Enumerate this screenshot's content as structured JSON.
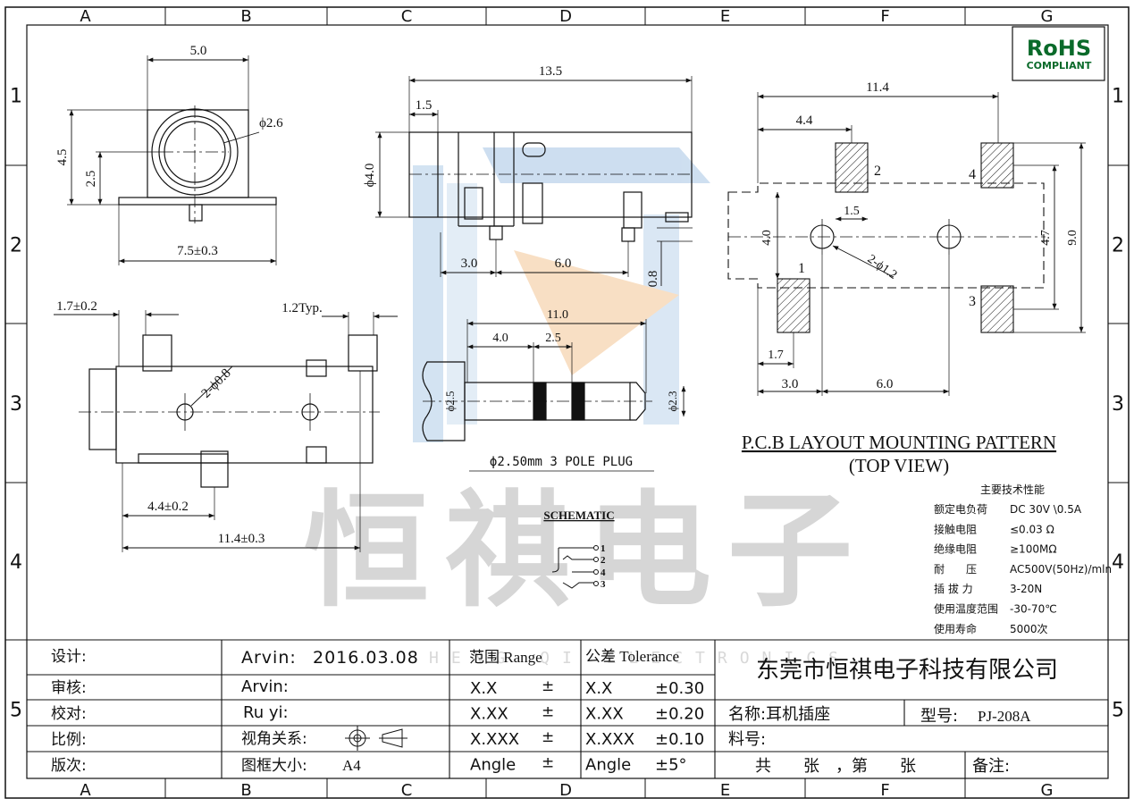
{
  "grid": {
    "columns": [
      "A",
      "B",
      "C",
      "D",
      "E",
      "F",
      "G"
    ],
    "rows": [
      "1",
      "2",
      "3",
      "4",
      "5"
    ]
  },
  "badge": {
    "title": "RoHS",
    "subtitle": "COMPLIANT",
    "color": "#0a6a2a"
  },
  "front_view": {
    "dims": {
      "width_top": "5.0",
      "height": "4.5",
      "center_height": "2.5",
      "hole": "ϕ2.6",
      "base_width": "7.5±0.3"
    }
  },
  "side_view": {
    "dims": {
      "length": "13.5",
      "front": "1.5",
      "diameter": "ϕ4.0",
      "pin1": "3.0",
      "pin2": "6.0",
      "pin_height": "0.8"
    }
  },
  "bottom_view": {
    "dims": {
      "left": "1.7±0.2",
      "right": "1.2Typ.",
      "holes": "2-ϕ0.8",
      "pin_a": "4.4±0.2",
      "pin_b": "11.4±0.3"
    }
  },
  "plug": {
    "dims": {
      "total": "11.0",
      "seg1": "4.0",
      "seg2": "2.5",
      "dia_left": "ϕ2.5",
      "dia_right": "ϕ2.3"
    },
    "caption": "ϕ2.50mm 3 POLE PLUG"
  },
  "schematic": {
    "title": "SCHEMATIC",
    "pins": [
      "1",
      "2",
      "4",
      "3"
    ]
  },
  "pcb": {
    "dims": {
      "overall": "11.4",
      "first": "4.4",
      "pad_w": "1.5",
      "inner_h": "4.0",
      "pad_span": "4.7",
      "height": "9.0",
      "holes": "2-ϕ1.2",
      "offset": "1.7",
      "pitch_a": "3.0",
      "pitch_b": "6.0"
    },
    "pad_labels": [
      "2",
      "4",
      "1",
      "3"
    ],
    "title_line1": "P.C.B LAYOUT MOUNTING PATTERN",
    "title_line2": "(TOP VIEW)"
  },
  "specs": {
    "heading": "主要技术性能",
    "rows": [
      {
        "label": "额定电负荷",
        "value": "DC 30V \\0.5A"
      },
      {
        "label": "接触电阻",
        "value": "≤0.03 Ω"
      },
      {
        "label": "绝缘电阻",
        "value": "≥100MΩ"
      },
      {
        "label": "耐　　压",
        "value": "AC500V(50Hz)/mln"
      },
      {
        "label": "插 拔 力",
        "value": "3-20N"
      },
      {
        "label": "使用温度范围",
        "value": "-30-70℃"
      },
      {
        "label": "使用寿命",
        "value": "5000次"
      }
    ]
  },
  "watermark": {
    "text": "恒祺电子",
    "faint_text": "HENG QI ELECTRONICS"
  },
  "title_block": {
    "labels": [
      "设计:",
      "审核:",
      "校对:",
      "比例:",
      "版次:"
    ],
    "designer": "Arvin:",
    "date": "2016.03.08",
    "reviewer": "Arvin:",
    "checker": "Ru yi:",
    "projection_label": "视角关系:",
    "frame_size_label": "图框大小:",
    "frame_size": "A4",
    "range_header": "范围 Range",
    "tolerance_header": "公差 Tolerance",
    "range_rows": [
      {
        "range": "X.X",
        "sym": "±",
        "tol_label": "X.X",
        "tol": "±0.30"
      },
      {
        "range": "X.XX",
        "sym": "±",
        "tol_label": "X.XX",
        "tol": "±0.20"
      },
      {
        "range": "X.XXX",
        "sym": "±",
        "tol_label": "X.XXX",
        "tol": "±0.10"
      },
      {
        "range": "Angle",
        "sym": "±",
        "tol_label": "Angle",
        "tol": "±5°"
      }
    ],
    "company": "东莞市恒祺电子科技有限公司",
    "name_label": "名称:耳机插座",
    "model_label": "型号:",
    "model": "PJ-208A",
    "material_label": "料号:",
    "sheet_text": "共　　张　，第　　张",
    "remark_label": "备注:"
  }
}
